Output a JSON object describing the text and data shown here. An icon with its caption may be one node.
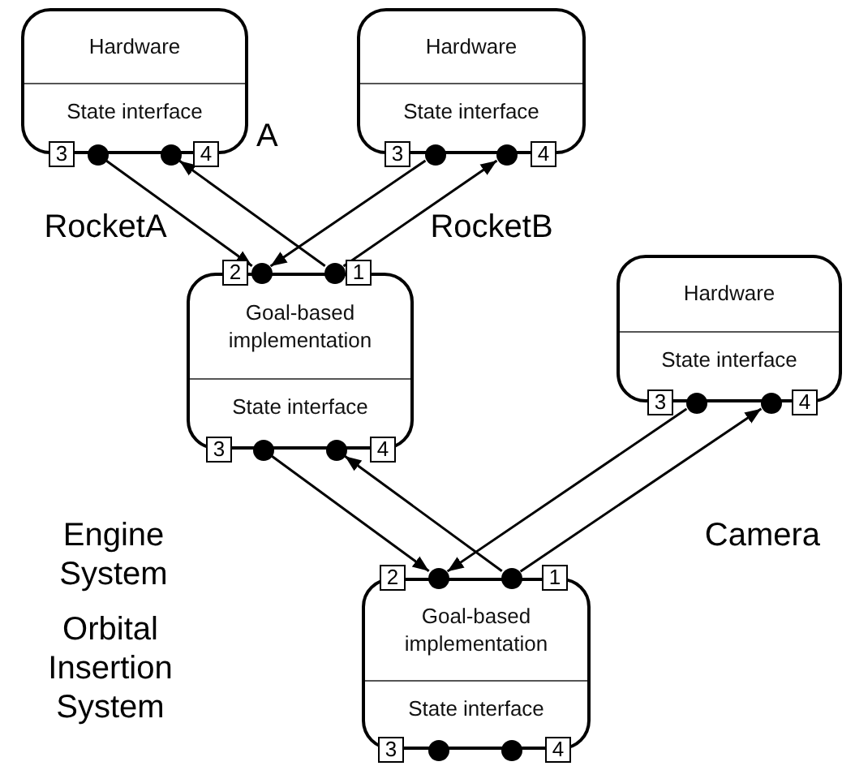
{
  "diagram": {
    "nodes": [
      {
        "text": [
          "Hardware",
          "State interface"
        ],
        "beside": [
          "RocketA"
        ]
      },
      {
        "text": [
          "3"
        ]
      },
      {
        "text": [],
        "shape": "circle"
      },
      {
        "text": [],
        "shape": "circle"
      },
      {
        "text": [
          "4"
        ]
      },
      {
        "text": [
          "Hardware",
          "State interface"
        ],
        "beside": [
          "RocketB"
        ]
      },
      {
        "text": [
          "3"
        ]
      },
      {
        "text": [],
        "shape": "circle"
      },
      {
        "text": [],
        "shape": "circle"
      },
      {
        "text": [
          "4"
        ]
      },
      {
        "text": [
          "Goal-based implementation",
          "State interface"
        ],
        "beside": [
          "Engine System"
        ]
      },
      {
        "text": [
          "2"
        ]
      },
      {
        "text": [],
        "shape": "circle"
      },
      {
        "text": [],
        "shape": "circle"
      },
      {
        "text": [
          "1"
        ]
      },
      {
        "text": [
          "3"
        ]
      },
      {
        "text": [],
        "shape": "circle"
      },
      {
        "text": [],
        "shape": "circle"
      },
      {
        "text": [
          "4"
        ]
      },
      {
        "text": [
          "Hardware",
          "State interface"
        ],
        "beside": [
          "Camera"
        ]
      },
      {
        "text": [
          "3"
        ]
      },
      {
        "text": [],
        "shape": "circle"
      },
      {
        "text": [],
        "shape": "circle"
      },
      {
        "text": [
          "4"
        ]
      },
      {
        "text": [
          "Goal-based implementation",
          "State interface"
        ]
      },
      {
        "text": [
          "2"
        ]
      },
      {
        "text": [],
        "shape": "circle"
      },
      {
        "text": [],
        "shape": "circle"
      },
      {
        "text": [
          "1"
        ]
      },
      {
        "text": [
          "3"
        ]
      },
      {
        "text": [],
        "shape": "circle"
      },
      {
        "text": [],
        "shape": "circle"
      },
      {
        "text": [
          "4"
        ]
      }
    ],
    "edges": [
      {
        "from": 2,
        "to": 12,
        "arrow": "to"
      },
      {
        "from": 13,
        "to": 3,
        "arrow": "to"
      },
      {
        "from": 7,
        "to": 12,
        "arrow": "to"
      },
      {
        "from": 13,
        "to": 8,
        "arrow": "to"
      },
      {
        "from": 16,
        "to": 26,
        "arrow": "to"
      },
      {
        "from": 27,
        "to": 17,
        "arrow": "to"
      },
      {
        "from": 21,
        "to": 26,
        "arrow": "to"
      },
      {
        "from": 27,
        "to": 22,
        "arrow": "to"
      }
    ],
    "labels": [
      "A",
      "Orbital Insertion System"
    ]
  }
}
